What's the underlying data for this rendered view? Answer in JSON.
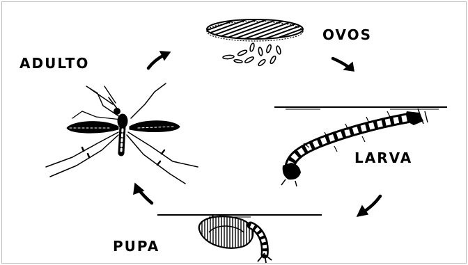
{
  "labels": {
    "eggs": "OVOS",
    "adult": "ADULTO",
    "larva": "LARVA",
    "pupa": "PUPA"
  },
  "colors": {
    "ink": "#000000",
    "background": "#ffffff"
  },
  "icons": {
    "egg_raft": "egg-raft-icon",
    "eggs": "eggs-icon",
    "larva": "larva-icon",
    "pupa": "pupa-icon",
    "mosquito": "mosquito-icon",
    "arrows": "cycle-arrow-icon"
  }
}
